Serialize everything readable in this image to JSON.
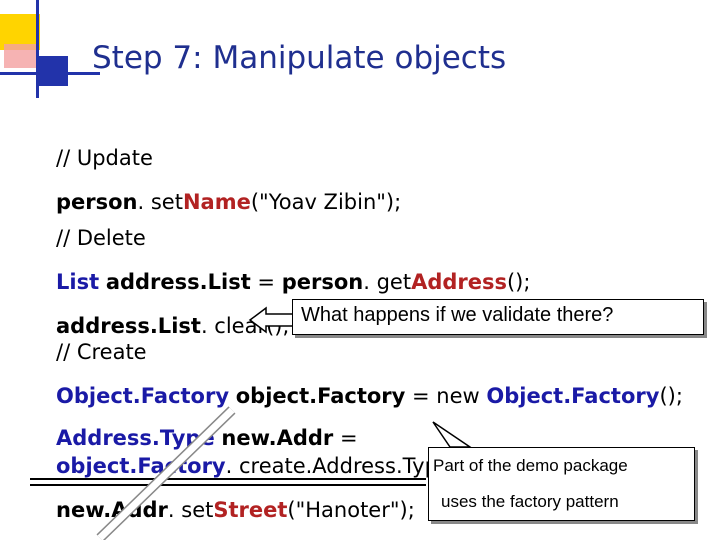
{
  "slide": {
    "title": "Step 7: Manipulate objects",
    "line_update": "// Update",
    "line_setname": {
      "obj": "person",
      "mid": ". set",
      "name": "Name",
      "arg": "(\"Yoav Zibin\");"
    },
    "line_delete": "// Delete",
    "line_list": {
      "type": "List",
      "var": "address.List",
      "eq": " = ",
      "obj": "person",
      "mid": ". get",
      "prop": "Address",
      "end": "();"
    },
    "line_clear": {
      "var": "address.List",
      "call": ". clear();"
    },
    "line_create": "// Create",
    "line_factory": {
      "type": "Object.Factory",
      "var": "object.Factory",
      "mid": " = new ",
      "ctor": "Object.Factory",
      "end": "();"
    },
    "line_addrtype": {
      "type": "Address.Type",
      "var": "new.Addr",
      "eq": " ="
    },
    "line_create_addr": {
      "obj": "object.Factory",
      "call": ". create.Address.Type();"
    },
    "line_setstreet": {
      "var": "new.Addr",
      "mid": ". set",
      "prop": "Street",
      "arg": "(\"Hanoter\");"
    },
    "callout1": "What happens if we validate there?",
    "callout2_line1": "Part of the demo package",
    "callout2_line2": "uses the factory pattern"
  },
  "colors": {
    "title": "#1f2f8f",
    "keyword_blue": "#1a1aa6",
    "property_red": "#b22222",
    "deco_yellow": "#ffd400",
    "deco_blue": "#2233aa",
    "deco_pink": "#f4a0a0"
  }
}
